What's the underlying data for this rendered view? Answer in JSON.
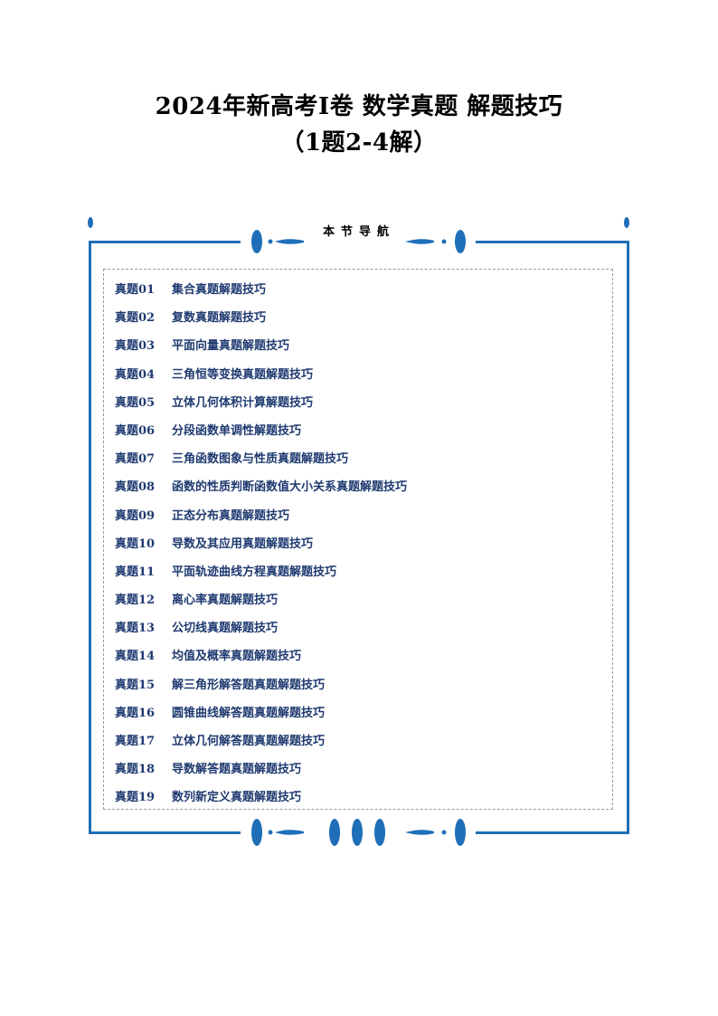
{
  "title": {
    "line1": "2024年新高考Ⅰ卷  数学真题  解题技巧",
    "line2": "（1题2-4解）"
  },
  "nav": {
    "header": "本节导航",
    "accent_color": "#1f6fb8",
    "items": [
      {
        "num": "真题01",
        "text": "集合真题解题技巧"
      },
      {
        "num": "真题02",
        "text": "复数真题解题技巧"
      },
      {
        "num": "真题03",
        "text": "平面向量真题解题技巧"
      },
      {
        "num": "真题04",
        "text": "三角恒等变换真题解题技巧"
      },
      {
        "num": "真题05",
        "text": "立体几何体积计算解题技巧"
      },
      {
        "num": "真题06",
        "text": "分段函数单调性解题技巧"
      },
      {
        "num": "真题07",
        "text": "三角函数图象与性质真题解题技巧"
      },
      {
        "num": "真题08",
        "text": "函数的性质判断函数值大小关系真题解题技巧"
      },
      {
        "num": "真题09",
        "text": "正态分布真题解题技巧"
      },
      {
        "num": "真题10",
        "text": "导数及其应用真题解题技巧"
      },
      {
        "num": "真题11",
        "text": "平面轨迹曲线方程真题解题技巧"
      },
      {
        "num": "真题12",
        "text": "离心率真题解题技巧"
      },
      {
        "num": "真题13",
        "text": "公切线真题解题技巧"
      },
      {
        "num": "真题14",
        "text": "均值及概率真题解题技巧"
      },
      {
        "num": "真题15",
        "text": "解三角形解答题真题解题技巧"
      },
      {
        "num": "真题16",
        "text": "圆锥曲线解答题真题解题技巧"
      },
      {
        "num": "真题17",
        "text": "立体几何解答题真题解题技巧"
      },
      {
        "num": "真题18",
        "text": "导数解答题真题解题技巧"
      },
      {
        "num": "真题19",
        "text": "数列新定义真题解题技巧"
      }
    ]
  }
}
